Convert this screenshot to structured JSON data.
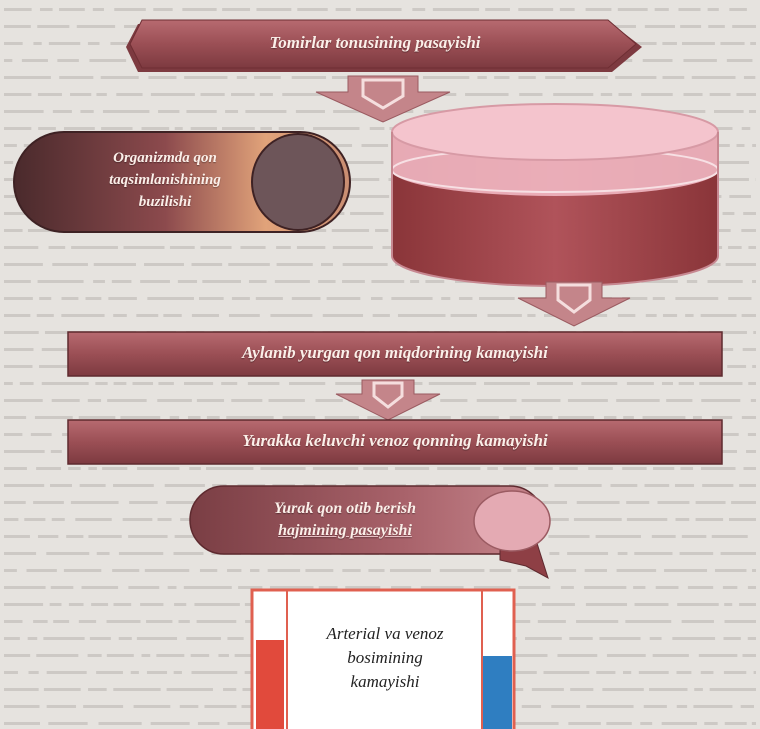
{
  "nodes": {
    "top": "Tomirlar tonusining pasayishi",
    "left_pill": [
      "Organizmda qon",
      "taqsimlanishining",
      "buzilishi"
    ],
    "bar1": "Aylanib yurgan qon miqdorining kamayishi",
    "bar2": "Yurakka keluvchi venoz qonning kamayishi",
    "cardiac": [
      "Yurak qon otib berish",
      "hajmining pasayishi"
    ],
    "pressure": [
      "Arterial va venoz",
      "bosimining",
      "kamayishi"
    ]
  },
  "colors": {
    "node_fill": "#9b4f55",
    "node_dark": "#6e2e33",
    "arrow": "#c4858a",
    "cylinder_body": "#a8484e",
    "cylinder_top": "#f1b7c2",
    "artery": "#e14a3c",
    "vein": "#2f7ec1",
    "frame": "#e06050"
  }
}
